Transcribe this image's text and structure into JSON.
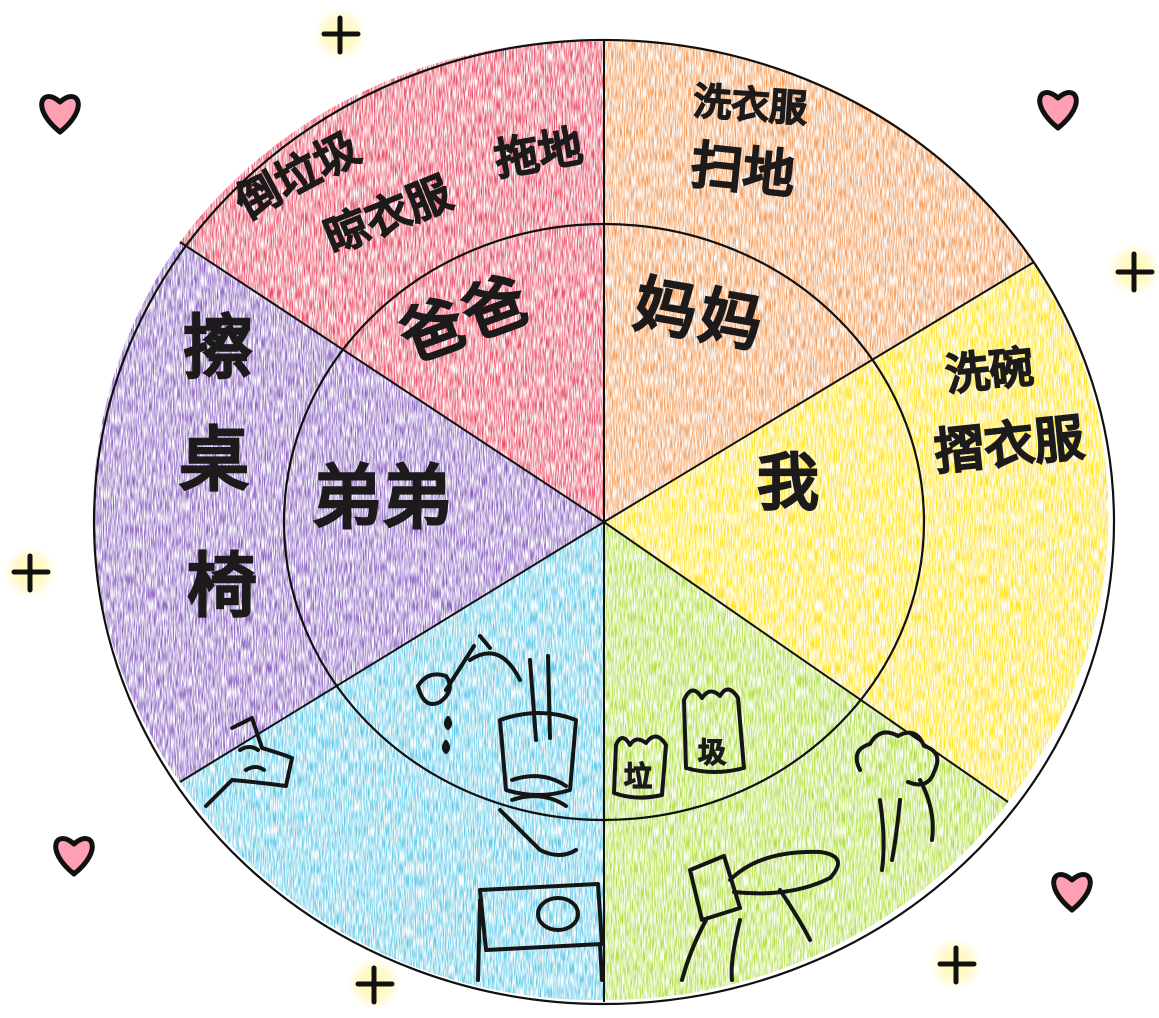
{
  "wheel": {
    "sectors": [
      {
        "id": "dad",
        "member": "爸爸",
        "chores": [
          "倒垃圾",
          "晾衣服",
          "拖地"
        ],
        "color": "#e8485f"
      },
      {
        "id": "mom",
        "member": "妈妈",
        "chores": [
          "洗衣服",
          "扫地"
        ],
        "color": "#f39a56"
      },
      {
        "id": "me",
        "member": "我",
        "chores": [
          "洗碗",
          "摺衣服"
        ],
        "color": "#ffe21c"
      },
      {
        "id": "green",
        "member": "",
        "chores": [
          "垃",
          "圾"
        ],
        "color": "#aede3c"
      },
      {
        "id": "blue",
        "member": "",
        "chores": [],
        "color": "#5fc8e6"
      },
      {
        "id": "brother",
        "member": "弟弟",
        "chores": [
          "擦",
          "桌",
          "椅"
        ],
        "color": "#8a62c0"
      }
    ]
  },
  "decorations": {
    "heart_color": "#ff9fb4",
    "sparkle_color": "#ffeb3b"
  }
}
